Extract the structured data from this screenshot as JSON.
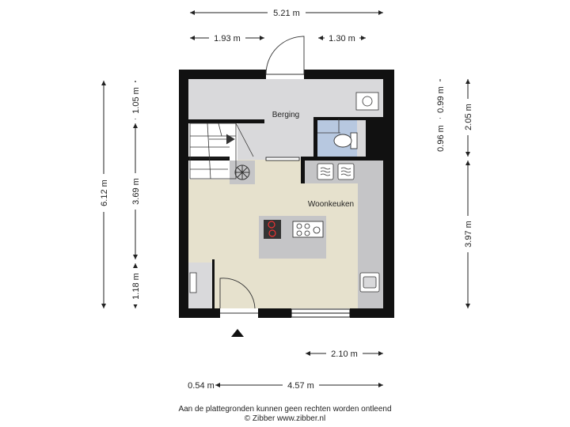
{
  "dimensions": {
    "top_total": "5.21 m",
    "top_left": "1.93 m",
    "top_right": "1.30 m",
    "left_total": "6.12 m",
    "left_upper": "1.05 m",
    "left_mid": "3.69 m",
    "left_lower": "1.18 m",
    "right_a": "0.96 m",
    "right_b": "0.99 m",
    "right_c": "2.05 m",
    "right_d": "3.97 m",
    "bottom_inner": "2.10 m",
    "bottom_left": "0.54 m",
    "bottom_right": "4.57 m"
  },
  "rooms": {
    "berging": "Berging",
    "woonkeuken": "Woonkeuken"
  },
  "footer": {
    "line1": "Aan de plattegronden kunnen geen rechten worden ontleend",
    "line2": "© Zibber www.zibber.nl"
  },
  "colors": {
    "wall": "#111111",
    "storage_floor": "#d9d9db",
    "kitchen_floor": "#e6e1cd",
    "toilet_floor": "#b7c8e0",
    "counter": "#c5c5c7"
  }
}
